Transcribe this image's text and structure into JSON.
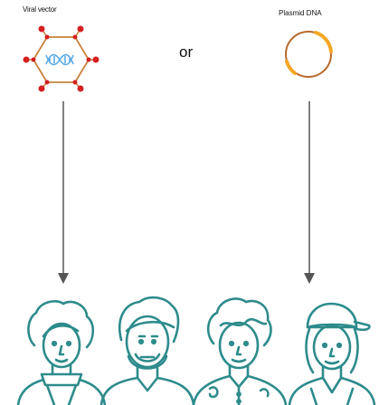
{
  "labels": {
    "viral_vector": "Viral vector",
    "plasmid_dna": "Plasmid DNA",
    "or": "or"
  },
  "colors": {
    "hex_edge": "#c8823c",
    "node": "#d42020",
    "dna": "#5aa9e6",
    "plasmid_ring": "#b76a2a",
    "plasmid_arc": "#f5a623",
    "arrow": "#555555",
    "people_outline": "#2e8b8b"
  },
  "icons": {
    "viral_vector": "virus-icon",
    "plasmid": "plasmid-icon",
    "people": [
      "person-curly-hair-icon",
      "person-beard-icon",
      "person-wavy-hair-icon",
      "person-cap-icon"
    ]
  }
}
